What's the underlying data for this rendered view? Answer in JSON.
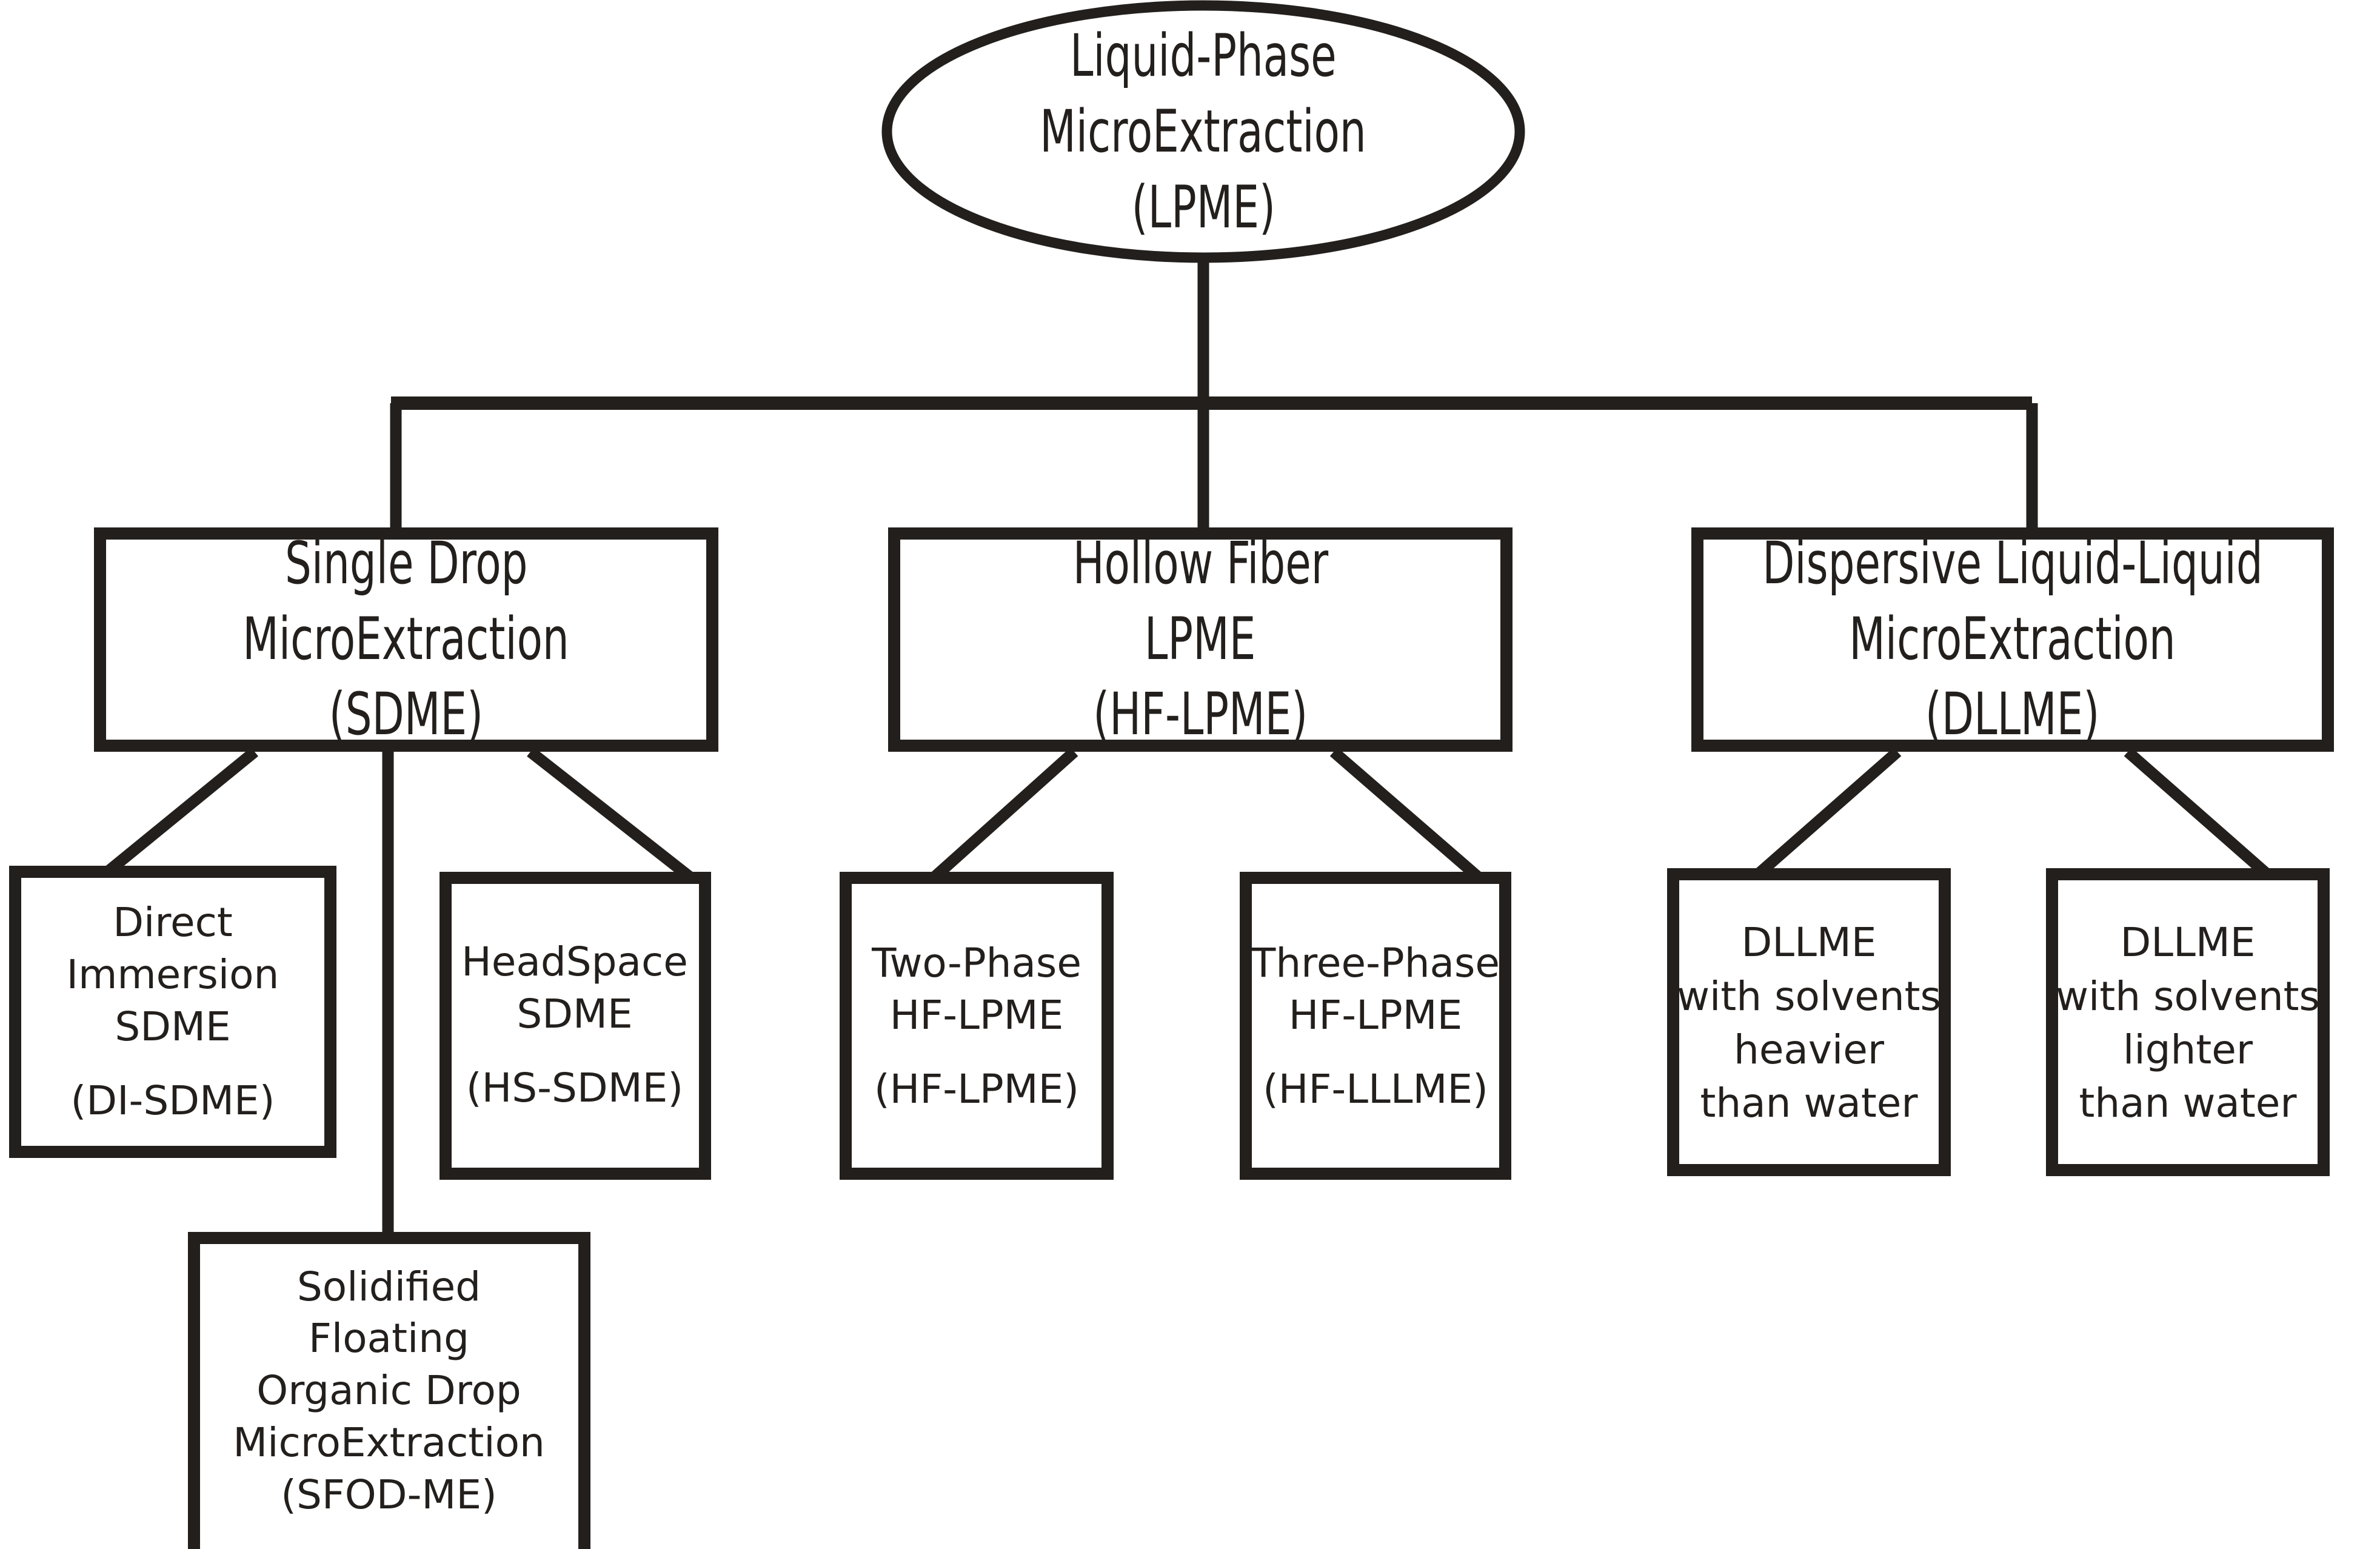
{
  "diagram": {
    "title": "Liquid-Phase MicroExtraction (LPME) classification tree",
    "type": "hierarchy-tree",
    "colors": {
      "stroke": "#231f1c",
      "background": "#ffffff",
      "fill": "#ffffff"
    },
    "root": {
      "shape": "ellipse",
      "lines": [
        "Liquid-Phase",
        "MicroExtraction",
        "(LPME)"
      ],
      "text": "Liquid-Phase MicroExtraction (LPME)"
    },
    "branches": [
      {
        "id": "sdme",
        "shape": "rectangle",
        "lines": [
          "Single Drop",
          "MicroExtraction",
          "(SDME)"
        ],
        "text": "Single Drop MicroExtraction (SDME)",
        "children": [
          {
            "id": "di-sdme",
            "shape": "rectangle",
            "lines": [
              "Direct",
              "Immersion",
              "SDME",
              "",
              "(DI-SDME)"
            ],
            "text": "Direct Immersion SDME (DI-SDME)"
          },
          {
            "id": "hs-sdme",
            "shape": "rectangle",
            "lines": [
              "HeadSpace",
              "SDME",
              "",
              "(HS-SDME)"
            ],
            "text": "HeadSpace SDME (HS-SDME)"
          },
          {
            "id": "sfod-me",
            "shape": "rectangle",
            "lines": [
              "Solidified",
              "Floating",
              "Organic Drop",
              "MicroExtraction",
              "(SFOD-ME)"
            ],
            "text": "Solidified Floating Organic Drop MicroExtraction (SFOD-ME)"
          }
        ]
      },
      {
        "id": "hf-lpme",
        "shape": "rectangle",
        "lines": [
          "Hollow Fiber",
          "LPME",
          "(HF-LPME)"
        ],
        "text": "Hollow Fiber LPME (HF-LPME)",
        "children": [
          {
            "id": "two-phase-hf-lpme",
            "shape": "rectangle",
            "lines": [
              "Two-Phase",
              "HF-LPME",
              "",
              "(HF-LPME)"
            ],
            "text": "Two-Phase HF-LPME (HF-LPME)"
          },
          {
            "id": "three-phase-hf-lpme",
            "shape": "rectangle",
            "lines": [
              "Three-Phase",
              "HF-LPME",
              "",
              "(HF-LLLME)"
            ],
            "text": "Three-Phase HF-LPME (HF-LLLME)"
          }
        ]
      },
      {
        "id": "dllme",
        "shape": "rectangle",
        "lines": [
          "Dispersive Liquid-Liquid",
          "MicroExtraction",
          "(DLLME)"
        ],
        "text": "Dispersive Liquid-Liquid MicroExtraction (DLLME)",
        "children": [
          {
            "id": "dllme-heavier",
            "shape": "rectangle",
            "lines": [
              "DLLME",
              "with solvents",
              "heavier",
              "than water"
            ],
            "text": "DLLME with solvents heavier than water"
          },
          {
            "id": "dllme-lighter",
            "shape": "rectangle",
            "lines": [
              "DLLME",
              "with solvents",
              "lighter",
              "than water"
            ],
            "text": "DLLME with solvents lighter than water"
          }
        ]
      }
    ]
  },
  "labels": {
    "root_line1": "Liquid-Phase",
    "root_line2": "MicroExtraction",
    "root_line3": "(LPME)",
    "sdme_line1": "Single Drop",
    "sdme_line2": "MicroExtraction",
    "sdme_line3": "(SDME)",
    "hflpme_line1": "Hollow Fiber",
    "hflpme_line2": "LPME",
    "hflpme_line3": "(HF-LPME)",
    "dllme_line1": "Dispersive Liquid-Liquid",
    "dllme_line2": "MicroExtraction",
    "dllme_line3": "(DLLME)",
    "di_sdme_line1": "Direct",
    "di_sdme_line2": "Immersion",
    "di_sdme_line3": "SDME",
    "di_sdme_line4": "(DI-SDME)",
    "hs_sdme_line1": "HeadSpace",
    "hs_sdme_line2": "SDME",
    "hs_sdme_line3": "(HS-SDME)",
    "two_phase_line1": "Two-Phase",
    "two_phase_line2": "HF-LPME",
    "two_phase_line3": "(HF-LPME)",
    "three_phase_line1": "Three-Phase",
    "three_phase_line2": "HF-LPME",
    "three_phase_line3": "(HF-LLLME)",
    "dllme_heavy_line1": "DLLME",
    "dllme_heavy_line2": "with solvents",
    "dllme_heavy_line3": "heavier",
    "dllme_heavy_line4": "than water",
    "dllme_light_line1": "DLLME",
    "dllme_light_line2": "with solvents",
    "dllme_light_line3": "lighter",
    "dllme_light_line4": "than water",
    "sfod_line1": "Solidified",
    "sfod_line2": "Floating",
    "sfod_line3": "Organic Drop",
    "sfod_line4": "MicroExtraction",
    "sfod_line5": "(SFOD-ME)"
  }
}
